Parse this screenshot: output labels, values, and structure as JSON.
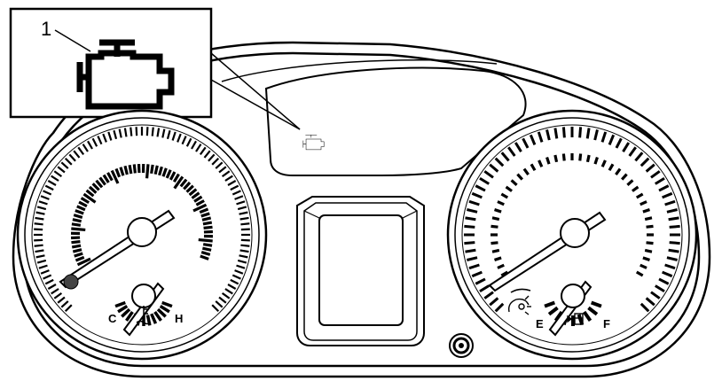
{
  "callout": {
    "number": "1",
    "icon": "check-engine-icon"
  },
  "temp_gauge": {
    "cold_label": "C",
    "hot_label": "H",
    "icon": "coolant-temperature-icon"
  },
  "fuel_gauge": {
    "empty_label": "E",
    "full_label": "F",
    "icon": "fuel-pump-icon"
  },
  "cluster": {
    "tachometer": {
      "icon": "none"
    },
    "speedometer": {
      "icon": "none"
    },
    "warning_lamp": "check-engine-icon",
    "dimmer_icon": "instrument-dimmer-icon",
    "reset_knob": "trip-reset-knob"
  },
  "colors": {
    "stroke": "#000000",
    "fill": "#ffffff"
  }
}
